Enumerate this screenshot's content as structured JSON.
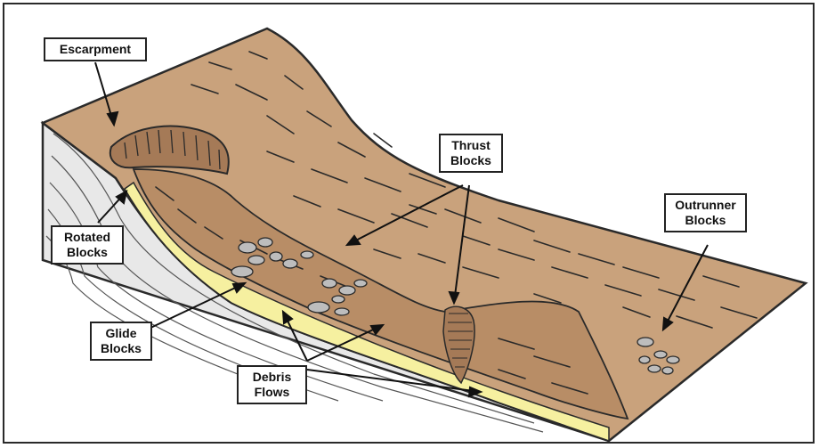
{
  "labels": {
    "escarpment": "Escarpment",
    "thrust": [
      "Thrust",
      "Blocks"
    ],
    "outrunner": [
      "Outrunner",
      "Blocks"
    ],
    "rotated": [
      "Rotated",
      "Blocks"
    ],
    "glide": [
      "Glide",
      "Blocks"
    ],
    "debris": [
      "Debris",
      "Flows"
    ]
  },
  "colors": {
    "slide_body": "#c9a27c",
    "scar": "#a57a57",
    "side_wall": "#e6e6e6",
    "glide_plane": "#f6f0a0",
    "outline": "#2a2a2a"
  }
}
